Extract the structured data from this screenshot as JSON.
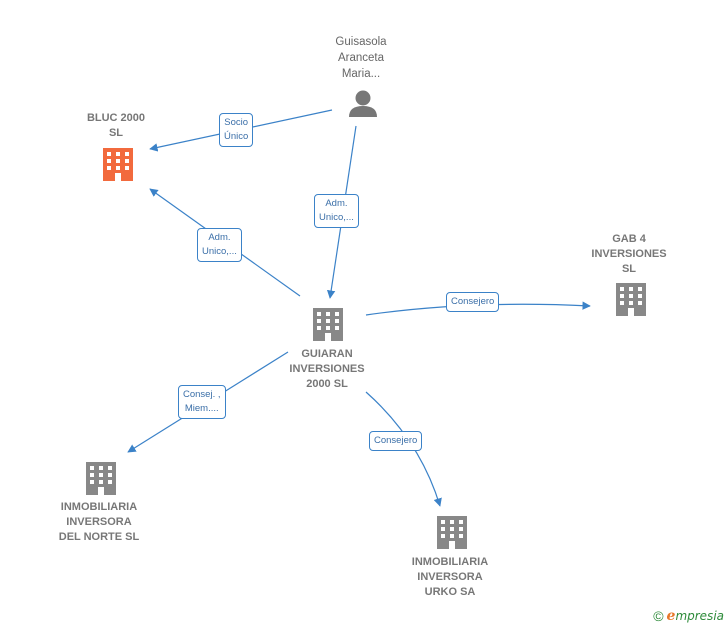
{
  "colors": {
    "edge": "#3b82c8",
    "building_gray": "#888888",
    "building_highlight": "#f26a3d",
    "person": "#777777"
  },
  "nodes": {
    "person": {
      "label": "Guisasola\nAranceta\nMaria...",
      "icon": "person-icon"
    },
    "bluc": {
      "label": "BLUC 2000\nSL",
      "icon": "building-icon"
    },
    "guiaran": {
      "label": "GUIARAN\nINVERSIONES\n2000  SL",
      "icon": "building-icon"
    },
    "gab4": {
      "label": "GAB 4\nINVERSIONES\nSL",
      "icon": "building-icon"
    },
    "norte": {
      "label": "INMOBILIARIA\nINVERSORA\nDEL NORTE SL",
      "icon": "building-icon"
    },
    "urko": {
      "label": "INMOBILIARIA\nINVERSORA\nURKO SA",
      "icon": "building-icon"
    }
  },
  "edges": {
    "person_bluc": {
      "label": "Socio\nÚnico"
    },
    "person_guiaran": {
      "label": "Adm.\nUnico,..."
    },
    "guiaran_bluc": {
      "label": "Adm.\nUnico,..."
    },
    "guiaran_gab4": {
      "label": "Consejero"
    },
    "guiaran_norte": {
      "label": "Consej. ,\nMiem...."
    },
    "guiaran_urko": {
      "label": "Consejero"
    }
  },
  "footer": {
    "copyright": "©",
    "brand_first": "e",
    "brand_rest": "mpresia"
  }
}
